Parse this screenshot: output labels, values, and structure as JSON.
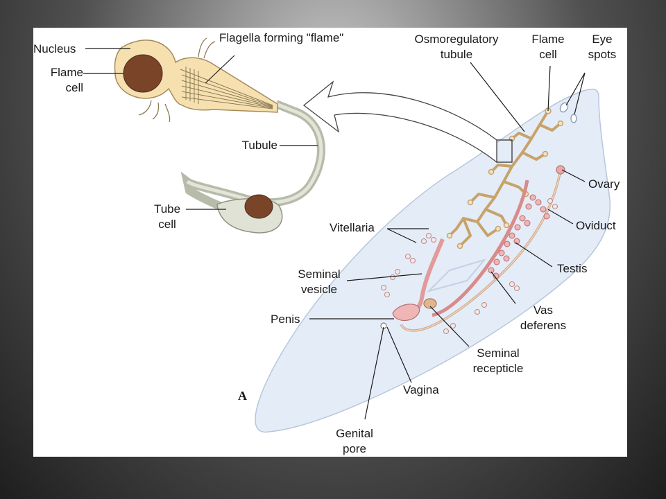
{
  "labels": {
    "nucleus": "Nucleus",
    "flame_cell_left_1": "Flame",
    "flame_cell_left_2": "cell",
    "flagella": "Flagella forming \"flame\"",
    "tubule": "Tubule",
    "tube_cell_1": "Tube",
    "tube_cell_2": "cell",
    "osmoregulatory_1": "Osmoregulatory",
    "osmoregulatory_2": "tubule",
    "flame_cell_right_1": "Flame",
    "flame_cell_right_2": "cell",
    "eye_spots_1": "Eye",
    "eye_spots_2": "spots",
    "ovary": "Ovary",
    "vitellaria": "Vitellaria",
    "oviduct": "Oviduct",
    "seminal_vesicle_1": "Seminal",
    "seminal_vesicle_2": "vesicle",
    "testis": "Testis",
    "penis": "Penis",
    "vas_deferens_1": "Vas",
    "vas_deferens_2": "deferens",
    "seminal_recepticle_1": "Seminal",
    "seminal_recepticle_2": "recepticle",
    "vagina": "Vagina",
    "genital_pore_1": "Genital",
    "genital_pore_2": "pore",
    "figure_letter": "A"
  },
  "colors": {
    "body_fill": "#e3ebf6",
    "flame_cell_fill": "#f6e0b0",
    "nucleus_fill": "#7a4428",
    "tube_fill": "#d8dcd0",
    "reproductive_pink": "#e9a3a3",
    "protonephridia": "#edd2a4"
  }
}
